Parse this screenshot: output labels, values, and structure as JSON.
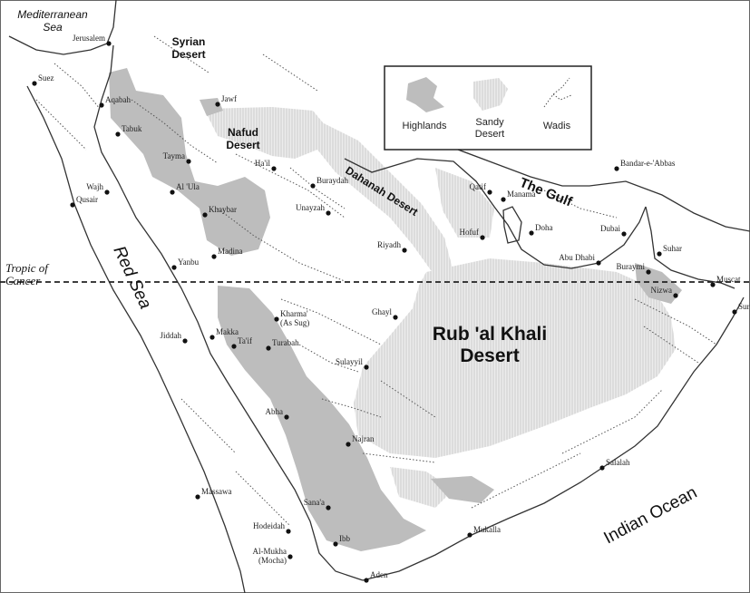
{
  "legend": {
    "items": [
      {
        "label": "Highlands",
        "color": "#bdbdbd"
      },
      {
        "label": "Sandy\nDesert",
        "color": "#dcdcdc"
      },
      {
        "label": "Wadis",
        "color": "#444444"
      }
    ]
  },
  "regions": {
    "mediterranean": "Mediterranean\nSea",
    "syrian_desert": "Syrian\nDesert",
    "nafud_desert": "Nafud\nDesert",
    "dahanah_desert": "Dahanah Desert",
    "the_gulf": "The Gulf",
    "red_sea": "Red Sea",
    "rub_al_khali": "Rub 'al Khali\nDesert",
    "indian_ocean": "Indian Ocean",
    "tropic": "Tropic of\nCancer"
  },
  "places": [
    {
      "id": "jerusalem",
      "name": "Jerusalem"
    },
    {
      "id": "suez",
      "name": "Suez"
    },
    {
      "id": "aqabah",
      "name": "Aqabah"
    },
    {
      "id": "tabuk",
      "name": "Tabuk"
    },
    {
      "id": "jawf",
      "name": "Jawf"
    },
    {
      "id": "tayma",
      "name": "Tayma"
    },
    {
      "id": "hail",
      "name": "Ha'il"
    },
    {
      "id": "al_ula",
      "name": "Al 'Ula"
    },
    {
      "id": "wajh",
      "name": "Wajh"
    },
    {
      "id": "qusair",
      "name": "Qusair"
    },
    {
      "id": "buraydah",
      "name": "Buraydah"
    },
    {
      "id": "unayzah",
      "name": "Unayzah"
    },
    {
      "id": "khaybar",
      "name": "Khaybar"
    },
    {
      "id": "madina",
      "name": "Madina"
    },
    {
      "id": "yanbu",
      "name": "Yanbu"
    },
    {
      "id": "riyadh",
      "name": "Riyadh"
    },
    {
      "id": "qatif",
      "name": "Qatif"
    },
    {
      "id": "manama",
      "name": "Manama"
    },
    {
      "id": "hofuf",
      "name": "Hofuf"
    },
    {
      "id": "doha",
      "name": "Doha"
    },
    {
      "id": "bandar_abbas",
      "name": "Bandar-e-'Abbas"
    },
    {
      "id": "dubai",
      "name": "Dubai"
    },
    {
      "id": "abu_dhabi",
      "name": "Abu Dhabi"
    },
    {
      "id": "buraymi",
      "name": "Buraymi"
    },
    {
      "id": "suhar",
      "name": "Suhar"
    },
    {
      "id": "muscat",
      "name": "Muscat"
    },
    {
      "id": "nizwa",
      "name": "Nizwa"
    },
    {
      "id": "sur",
      "name": "Sur"
    },
    {
      "id": "kharma",
      "name": "Kharma'\n(As Sug)"
    },
    {
      "id": "turabah",
      "name": "Turabah"
    },
    {
      "id": "ghayl",
      "name": "Ghayl"
    },
    {
      "id": "sulayyil",
      "name": "Sulayyil"
    },
    {
      "id": "jiddah",
      "name": "Jiddah"
    },
    {
      "id": "makka",
      "name": "Makka"
    },
    {
      "id": "taif",
      "name": "Ta'if"
    },
    {
      "id": "abha",
      "name": "Abha"
    },
    {
      "id": "najran",
      "name": "Najran"
    },
    {
      "id": "massawa",
      "name": "Massawa"
    },
    {
      "id": "sana",
      "name": "Sana'a"
    },
    {
      "id": "hodeidah",
      "name": "Hodeidah"
    },
    {
      "id": "ibb",
      "name": "Ibb"
    },
    {
      "id": "mukha",
      "name": "Al-Mukha\n(Mocha)"
    },
    {
      "id": "aden",
      "name": "Aden"
    },
    {
      "id": "mukalla",
      "name": "Mukalla"
    },
    {
      "id": "salalah",
      "name": "Salalah"
    }
  ],
  "colors": {
    "highlands": "#bdbdbd",
    "sandy": "#d9d9d9",
    "land": "#ffffff",
    "coast": "#333333",
    "wadi": "#555555"
  }
}
